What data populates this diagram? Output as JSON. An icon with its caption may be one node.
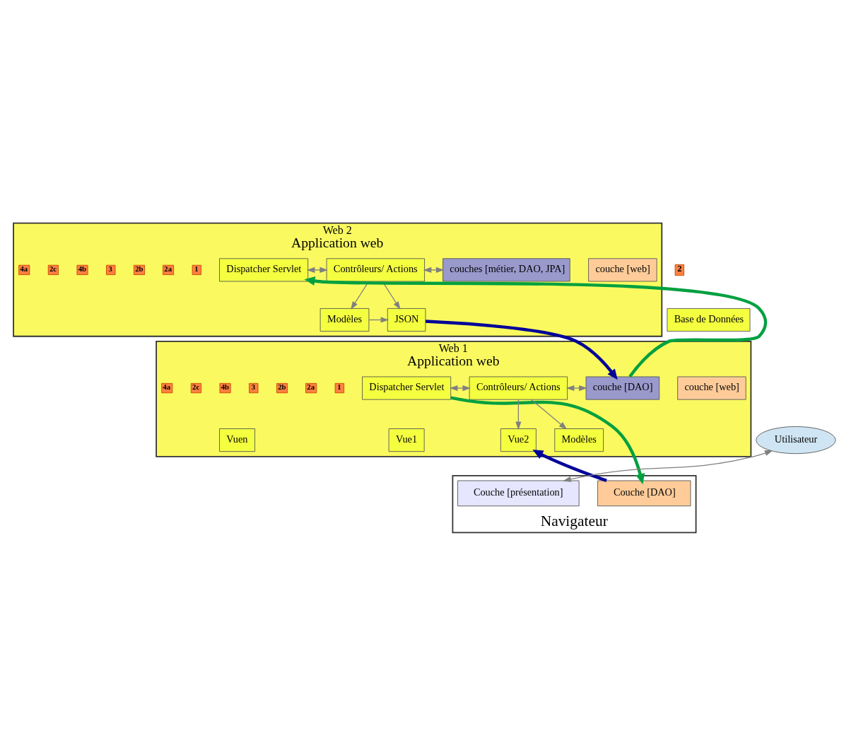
{
  "diagram": {
    "nodes": [
      {
        "text": [
          "Web 2",
          "Application web"
        ]
      },
      {
        "text": [
          "couche [web]"
        ],
        "in": 0
      },
      {
        "text": [
          "Dispatcher Servlet"
        ],
        "in": 0
      },
      {
        "text": [
          "Contrôleurs/ Actions"
        ],
        "in": 0
      },
      {
        "text": [
          "couches [métier, DAO, JPA]"
        ],
        "in": 0
      },
      {
        "text": [
          "JSON"
        ],
        "in": 0
      },
      {
        "text": [
          "Modèles"
        ],
        "in": 0
      },
      {
        "text": [
          "Base de Données"
        ]
      },
      {
        "text": [
          "Web 1",
          "Application web"
        ]
      },
      {
        "text": [
          "couche [web]"
        ],
        "in": 8
      },
      {
        "text": [
          "Dispatcher Servlet"
        ],
        "in": 8
      },
      {
        "text": [
          "Contrôleurs/ Actions"
        ],
        "in": 8
      },
      {
        "text": [
          "couche [DAO]"
        ],
        "in": 8
      },
      {
        "text": [
          "Vue1"
        ],
        "in": 8
      },
      {
        "text": [
          "Vue2"
        ],
        "in": 8
      },
      {
        "text": [
          "Vuen"
        ],
        "in": 8
      },
      {
        "text": [
          "Modèles"
        ],
        "in": 8
      },
      {
        "text": [
          "Navigateur"
        ]
      },
      {
        "text": [
          "Couche [**présentation**]"
        ],
        "in": 17
      },
      {
        "text": [
          "Couche [**DAO**]"
        ],
        "in": 17
      },
      {
        "text": [
          "Utilisateur"
        ]
      }
    ],
    "edges": [
      {
        "from": 2,
        "to": 3,
        "arrow": "both"
      },
      {
        "from": 3,
        "to": 4,
        "arrow": "both"
      },
      {
        "from": 3,
        "to": 6,
        "arrow": "to"
      },
      {
        "from": 3,
        "to": 5,
        "arrow": "to"
      },
      {
        "from": 6,
        "to": 5,
        "arrow": "to"
      },
      {
        "from": 12,
        "to": 2,
        "arrow": "to",
        "style": "thick",
        "color": "#00a040"
      },
      {
        "from": 5,
        "to": 12,
        "arrow": "to",
        "style": "thick",
        "color": "#000099"
      },
      {
        "from": 10,
        "to": 11,
        "arrow": "both"
      },
      {
        "from": 11,
        "to": 12,
        "arrow": "both"
      },
      {
        "from": 11,
        "to": 16,
        "arrow": "to"
      },
      {
        "from": 11,
        "to": 14,
        "arrow": "to"
      },
      {
        "from": 10,
        "to": 19,
        "arrow": "to",
        "style": "thick",
        "color": "#00a040"
      },
      {
        "from": 19,
        "to": 14,
        "arrow": "to",
        "style": "thick",
        "color": "#000099"
      },
      {
        "from": 20,
        "to": 18,
        "arrow": "both"
      }
    ],
    "labels": [
      "1",
      "2a",
      "2b",
      "3",
      "4b",
      "2c",
      "4a",
      "1",
      "2a",
      "2b",
      "3",
      "4b",
      "2c",
      "4a",
      "2"
    ]
  }
}
